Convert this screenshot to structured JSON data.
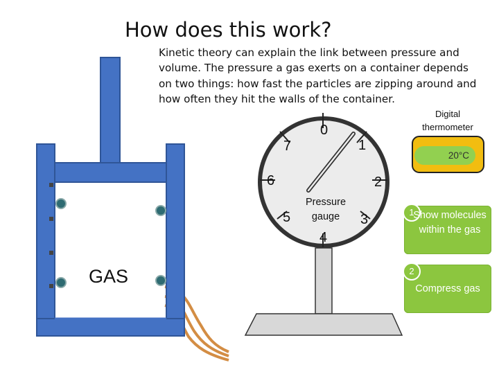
{
  "title": "How does this work?",
  "intro": "Kinetic theory can explain the link between pressure and volume. The pressure a gas exerts on a container depends on two things: how fast the particles are zipping around  and how often they hit the walls of the container.",
  "container": {
    "label": "GAS"
  },
  "gauge": {
    "label": "Pressure gauge",
    "scale": [
      "0",
      "1",
      "2",
      "3",
      "4",
      "5",
      "6",
      "7"
    ],
    "needle_reading": 1
  },
  "thermometer": {
    "caption": "Digital thermometer",
    "reading": "20°C"
  },
  "buttons": [
    {
      "number": "1",
      "label": "Show molecules within the gas"
    },
    {
      "number": "2",
      "label": "Compress gas"
    }
  ],
  "colors": {
    "container_fill": "#4472c4",
    "container_border": "#2f5597",
    "molecule": "#2e6b72",
    "pipe": "#d38d44",
    "gauge_face": "#ececec",
    "thermometer_body": "#f2bd10",
    "button": "#8cc63f"
  }
}
